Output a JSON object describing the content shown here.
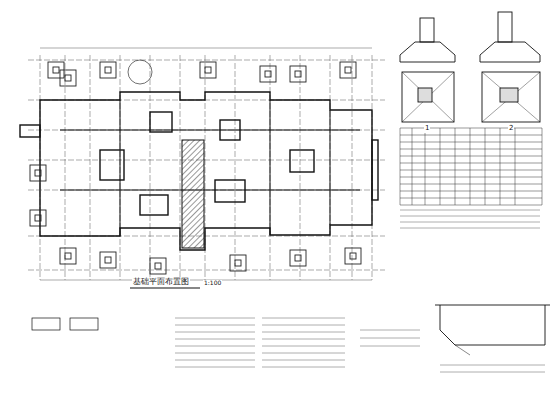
{
  "diagram": {
    "labels": [
      "基础平面布置图",
      "1:100",
      "1",
      "2"
    ]
  }
}
